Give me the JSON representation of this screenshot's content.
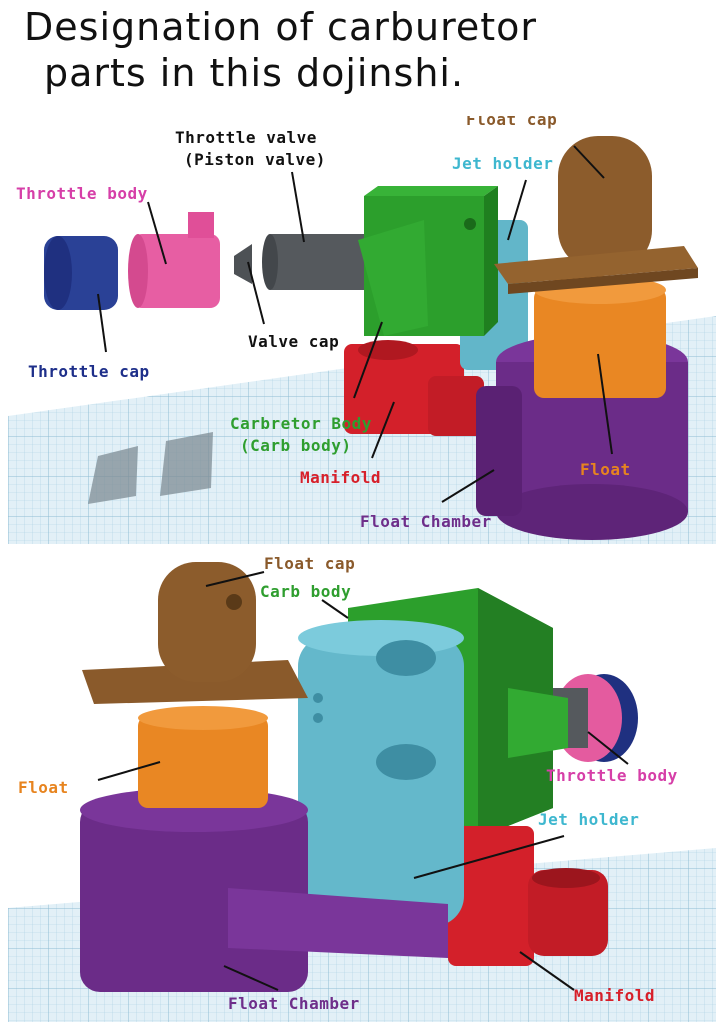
{
  "title": {
    "line1": "Designation of carburetor",
    "line2": "parts in this dojinshi."
  },
  "colors": {
    "grid_bg": "#dfeef6",
    "grid_line": "#9fc8dd",
    "green": "#2f9e2f",
    "cyan": "#5fb4c8",
    "brown": "#8a5a2b",
    "orange": "#e7841f",
    "purple": "#6e2e8a",
    "red": "#d7202a",
    "pink": "#e45b9f",
    "blue": "#233a8f",
    "gray": "#555a5e"
  },
  "top_panel": {
    "labels": {
      "throttle_valve_1": "Throttle valve",
      "throttle_valve_2": "(Piston valve)",
      "throttle_body": "Throttle body",
      "float_cap": "Float cap",
      "jet_holder": "Jet holder",
      "valve_cap": "Valve cap",
      "throttle_cap": "Throttle cap",
      "carb_body_1": "Carbretor Body",
      "carb_body_2": "(Carb body)",
      "manifold": "Manifold",
      "float": "Float",
      "float_chamber": "Float Chamber"
    }
  },
  "bottom_panel": {
    "labels": {
      "float_cap": "Float cap",
      "carb_body": "Carb body",
      "float": "Float",
      "throttle_body": "Throttle  body",
      "jet_holder": "Jet holder",
      "float_chamber": "Float Chamber",
      "manifold": "Manifold"
    }
  }
}
